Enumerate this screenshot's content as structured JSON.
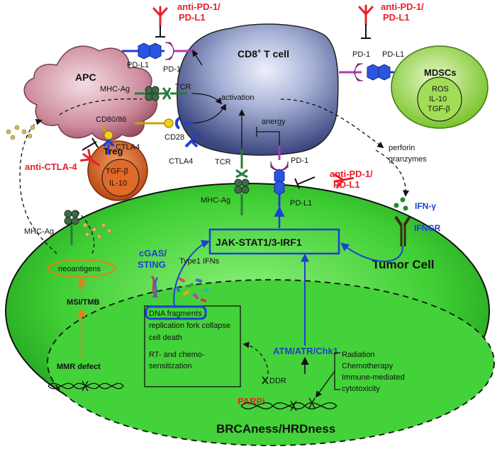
{
  "colors": {
    "drug_red": "#e8202a",
    "pathway_blue": "#1f3fd6",
    "mmr_orange": "#f07a1a",
    "tumor_green": "#39c630",
    "tcell_navy": "#3c4b86",
    "apc_pink": "#b0607a",
    "treg_orange": "#d05a1e",
    "mdsc_green": "#7ccb2a"
  },
  "drugs": {
    "anti_pd1_top": "anti-PD-1/\nPD-L1",
    "anti_pd1_right": "anti-PD-1/\nPD-L1",
    "anti_pd1_mid": "anti-PD-1/\nPD-L1",
    "anti_ctla4": "anti-CTLA-4",
    "parpi": "PARPi"
  },
  "cells": {
    "tcell": "CD8",
    "tcell_sup": "+",
    "tcell_suffix": " T cell",
    "apc": "APC",
    "treg": "Treg",
    "treg_cytokines": [
      "TGF-β",
      "IL-10"
    ],
    "mdscs": "MDSCs",
    "mdscs_items": [
      "ROS",
      "IL-10",
      "TGF-β"
    ],
    "tumor": "Tumor Cell",
    "nucleus": "BRCAness/HRDness"
  },
  "receptors": {
    "pdl1_apc": "PD-L1",
    "pd1_apc": "PD-1",
    "mhc_apc": "MHC-Ag",
    "tcr_apc": "TCR",
    "cd80": "CD80/86",
    "cd28": "CD28",
    "ctla4_treg": "CTLA4",
    "ctla4_t": "CTLA4",
    "pd1_mdsc": "PD-1",
    "pdl1_mdsc": "PD-L1",
    "tcr_tumor": "TCR",
    "mhc_tumor": "MHC-Ag",
    "pd1_tumor": "PD-1",
    "pdl1_tumor": "PD-L1",
    "mhc_left": "MHC-Ag",
    "ifng": "IFN-γ",
    "ifngr": "IFNGR"
  },
  "labels": {
    "activation": "activation",
    "anergy": "anergy",
    "perforin": "perforin",
    "granzymes": "granzymes",
    "jak": "JAK-STAT1/3-IRF1",
    "cgas": "cGAS/",
    "sting": "STING",
    "type1": "Type1 IFNs",
    "neoantigens": "neoantigens",
    "msi": "MSI/TMB",
    "mmr": "MMR defect",
    "atm": "ATM/ATR/Chk1",
    "ddr": "DDR",
    "dna_box": [
      "DNA fragments",
      "replication fork collapse",
      "cell death",
      "RT- and chemo-",
      "sensitization"
    ],
    "stressors": [
      "Radiation",
      "Chemotherapy",
      "Immune-mediated",
      "cytotoxicity"
    ]
  }
}
